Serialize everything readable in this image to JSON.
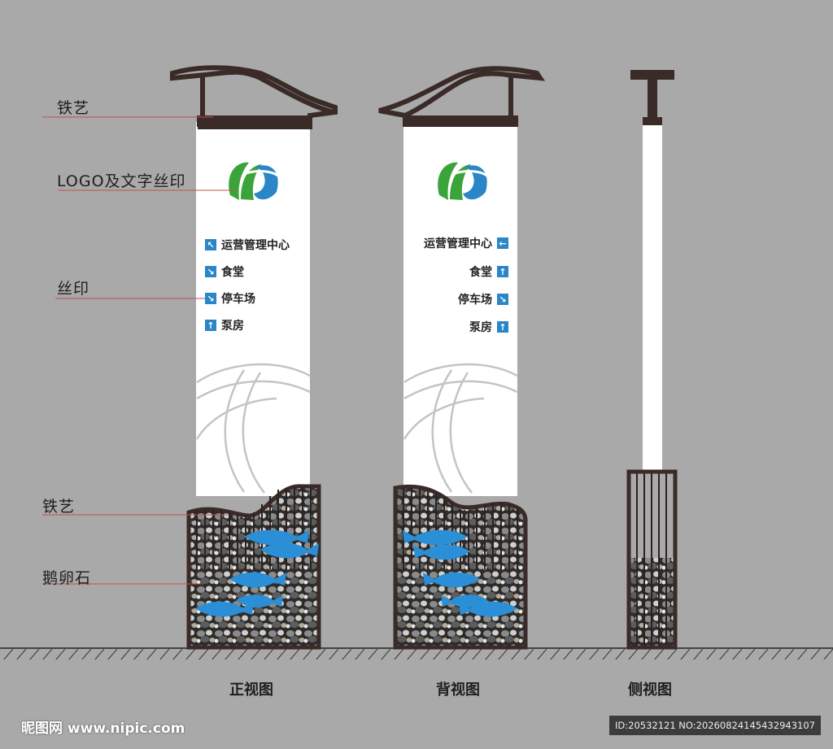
{
  "labels": {
    "iron_top": "铁艺",
    "logo_print": "LOGO及文字丝印",
    "silk_print": "丝印",
    "iron_bottom": "铁艺",
    "pebbles": "鹅卵石"
  },
  "front_directions": [
    {
      "text": "运营管理中心",
      "icon": "arrow-up-left-icon"
    },
    {
      "text": "食堂",
      "icon": "arrow-down-right-icon"
    },
    {
      "text": "停车场",
      "icon": "arrow-down-right-icon"
    },
    {
      "text": "泵房",
      "icon": "arrow-up-icon"
    }
  ],
  "back_directions": [
    {
      "text": "运营管理中心",
      "icon": "arrow-left-icon"
    },
    {
      "text": "食堂",
      "icon": "arrow-up-icon"
    },
    {
      "text": "停车场",
      "icon": "arrow-down-right-icon"
    },
    {
      "text": "泵房",
      "icon": "arrow-up-icon"
    }
  ],
  "captions": {
    "front": "正视图",
    "back": "背视图",
    "side": "侧视图"
  },
  "watermark": {
    "left": "昵图网 www.nipic.com",
    "right": "ID:20532121 NO:20260824145432943107"
  },
  "colors": {
    "background": "#a9a9a9",
    "iron": "#3a2a28",
    "arrow": "#2a86c6",
    "fish": "#2a8fd6",
    "logo_green": "#3aa33a",
    "logo_blue": "#2a86c6"
  }
}
